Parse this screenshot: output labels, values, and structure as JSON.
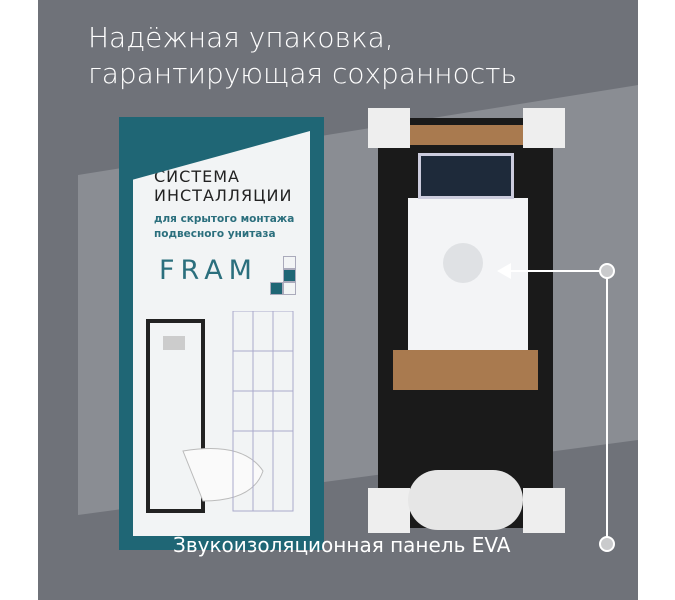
{
  "title_lines": [
    "Надёжная упаковка,",
    "гарантирующая сохранность"
  ],
  "box": {
    "line1": "СИСТЕМА",
    "line2": "ИНСТАЛЛЯЦИИ",
    "line3": "для скрытого монтажа",
    "line4": "подвесного унитаза",
    "brand": "FRAM"
  },
  "caption": "Звукоизоляционная панель EVA",
  "colors": {
    "background": "#6f7279",
    "box": "#1f6675",
    "accent": "#2b6f7d"
  }
}
